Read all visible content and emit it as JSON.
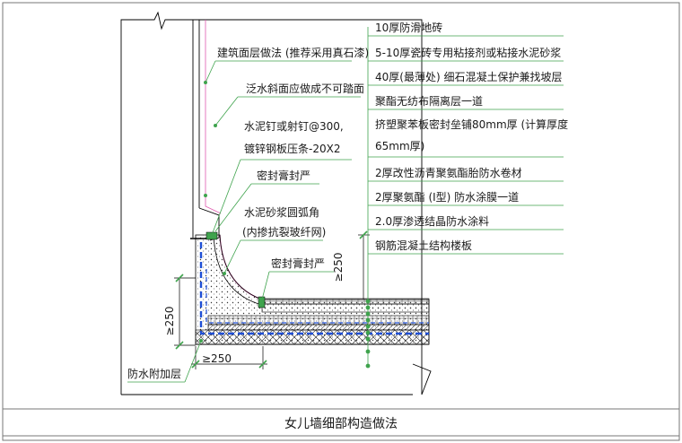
{
  "caption": "女儿墙细部构造做法",
  "colors": {
    "leader": "#3fa34d",
    "membrane": "#1f4fd6",
    "accent": "#e05ab0",
    "line": "#000000",
    "border": "#777777"
  },
  "layers_right": [
    "10厚防滑地砖",
    "5-10厚瓷砖专用粘接剂或粘接水泥砂浆",
    "40厚(最薄处) 细石混凝土保护兼找坡层",
    "聚酯无纺布隔离层一道",
    "挤塑聚苯板密封垒铺80mm厚 (计算厚度",
    "65mm厚)",
    "2厚改性沥青聚氨酯胎防水卷材",
    "2厚聚氨酯 (I型) 防水涂膜一道",
    "2.0厚渗透结晶防水涂料",
    "钢筋混凝土结构楼板"
  ],
  "labels_left": {
    "wall_finish": "建筑面层做法 (推荐采用真石漆)",
    "slope": "泛水斜面应做成不可踏面",
    "nail_1": "水泥钉或射钉@300,",
    "nail_2": "镀锌钢板压条-20X2",
    "sealant_top": "密封膏封严",
    "fillet_1": "水泥砂浆圆弧角",
    "fillet_2": "(内掺抗裂玻纤网)",
    "sealant_mid": "密封膏封严",
    "extra_layer": "防水附加层"
  },
  "dimensions": {
    "vertical_left": "≥250",
    "vertical_right": "≥250",
    "horizontal": "≥250"
  }
}
